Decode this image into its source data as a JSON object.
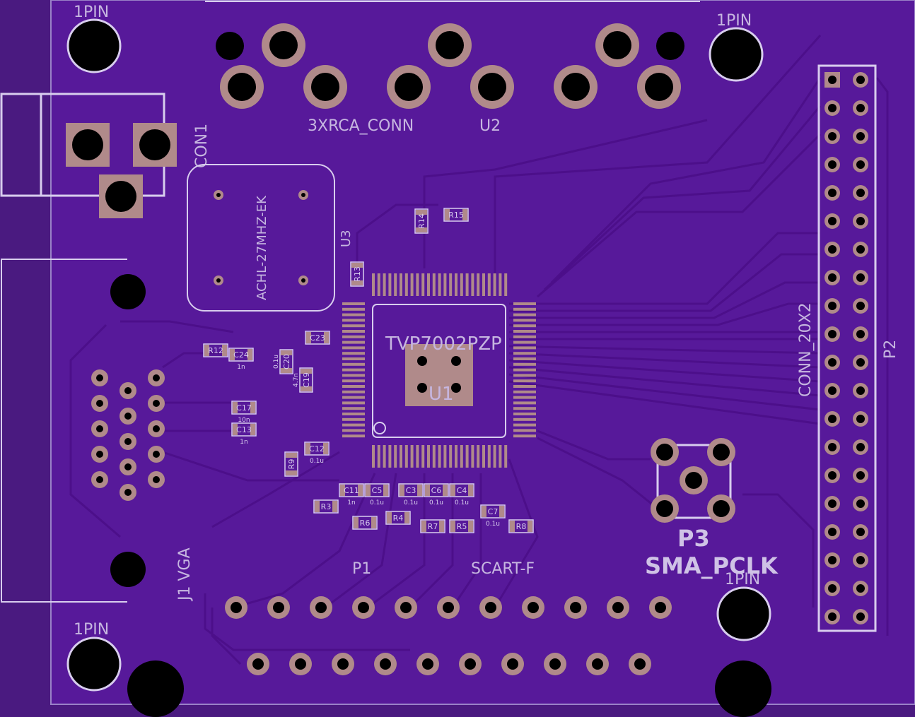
{
  "board": {
    "colors": {
      "background": "#4a1a80",
      "board": "#57199a",
      "trace": "#4c0f8a",
      "silkscreen": "#c6b6e0",
      "pad": "#b08a8a",
      "hole": "#000000"
    }
  },
  "labels": {
    "pin1_top_left": "1PIN",
    "pin1_top_right": "1PIN",
    "pin1_bottom_left": "1PIN",
    "pin1_bottom_right": "1PIN",
    "rca": "3XRCA_CONN",
    "u2": "U2",
    "con1": "CON1",
    "crystal": "ACHL-27MHZ-EK",
    "u3": "U3",
    "chip_part": "TVP7002PZP",
    "u1": "U1",
    "conn": "CONN_20X2",
    "p2": "P2",
    "p3": "P3",
    "sma": "SMA_PCLK",
    "p1": "P1",
    "scart": "SCART-F",
    "vga": "J1 VGA"
  },
  "components": [
    {
      "ref": "R15",
      "val": ""
    },
    {
      "ref": "R14",
      "val": ""
    },
    {
      "ref": "R13",
      "val": ""
    },
    {
      "ref": "R12",
      "val": ""
    },
    {
      "ref": "C23",
      "val": ""
    },
    {
      "ref": "C24",
      "val": "1n"
    },
    {
      "ref": "C20",
      "val": "0.1u"
    },
    {
      "ref": "C19",
      "val": "4.7n"
    },
    {
      "ref": "C17",
      "val": "10n"
    },
    {
      "ref": "C13",
      "val": "1n"
    },
    {
      "ref": "C12",
      "val": "0.1u"
    },
    {
      "ref": "R9",
      "val": ""
    },
    {
      "ref": "C11",
      "val": "1n"
    },
    {
      "ref": "C5",
      "val": "0.1u"
    },
    {
      "ref": "C3",
      "val": "0.1u"
    },
    {
      "ref": "C6",
      "val": "0.1u"
    },
    {
      "ref": "C4",
      "val": "0.1u"
    },
    {
      "ref": "R3",
      "val": ""
    },
    {
      "ref": "R6",
      "val": ""
    },
    {
      "ref": "R4",
      "val": ""
    },
    {
      "ref": "R7",
      "val": ""
    },
    {
      "ref": "R5",
      "val": ""
    },
    {
      "ref": "C7",
      "val": "0.1u"
    },
    {
      "ref": "R8",
      "val": ""
    }
  ]
}
